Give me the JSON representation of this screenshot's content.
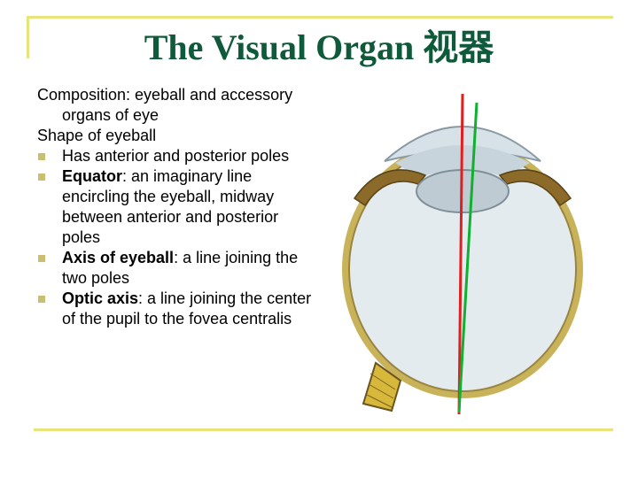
{
  "slide": {
    "title": "The Visual Organ 视器",
    "colors": {
      "title": "#0f5a3a",
      "frame": "#e8e37a",
      "bullet": "#c8c070",
      "red_line": "#e02020",
      "green_line": "#10b030"
    },
    "composition": {
      "label": "Composition",
      "text": ": eyeball and accessory organs of eye"
    },
    "shape_heading": "Shape of eyeball",
    "bullets": [
      {
        "bold": "",
        "text": "Has anterior and posterior poles"
      },
      {
        "bold": "Equator",
        "text": ": an imaginary line encircling the eyeball, midway between anterior and posterior poles"
      },
      {
        "bold": "Axis of eyeball",
        "text": ": a line joining the two poles"
      },
      {
        "bold": "Optic axis",
        "text": ": a line joining the center of the pupil to the fovea centralis"
      }
    ],
    "bullet_icon": "square-bullet-icon",
    "figure_icon": "eyeball-cross-section-illustration"
  }
}
